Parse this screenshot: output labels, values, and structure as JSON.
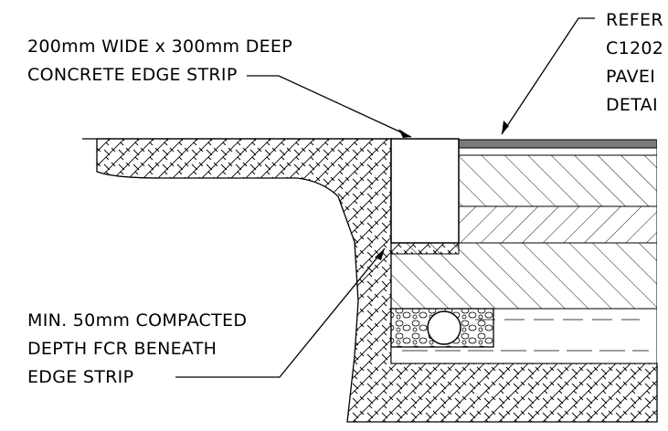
{
  "labels": {
    "edge_strip_line1": "200mm WIDE x 300mm DEEP",
    "edge_strip_line2": "CONCRETE EDGE STRIP",
    "fcr_line1": "MIN. 50mm COMPACTED",
    "fcr_line2": "DEPTH FCR BENEATH",
    "fcr_line3": "EDGE STRIP",
    "ref_line1": "REFER",
    "ref_line2": "C1202",
    "ref_line3": "PAVEI",
    "ref_line4": "DETAI"
  },
  "colors": {
    "line": "#000000",
    "surface_seal": "#7a7a7a",
    "background": "#ffffff"
  }
}
